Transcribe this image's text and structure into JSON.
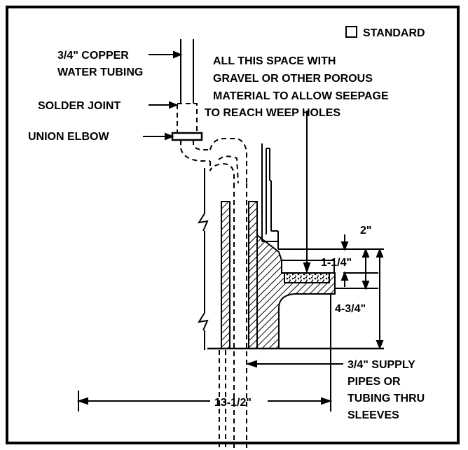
{
  "legend": {
    "checkbox_label": "STANDARD",
    "checked": false
  },
  "labels": {
    "tubing_line1": "3/4\" COPPER",
    "tubing_line2": "WATER TUBING",
    "solder_joint": "SOLDER JOINT",
    "union_elbow": "UNION ELBOW",
    "gravel_line1": "ALL THIS SPACE WITH",
    "gravel_line2": "GRAVEL OR OTHER POROUS",
    "gravel_line3": "MATERIAL TO ALLOW SEEPAGE",
    "gravel_line4": "TO REACH WEEP HOLES",
    "supply_line1": "3/4\" SUPPLY",
    "supply_line2": "PIPES OR",
    "supply_line3": "TUBING THRU",
    "supply_line4": "SLEEVES"
  },
  "dimensions": {
    "d_2in": "2\"",
    "d_1_1_4in": "1-1/4\"",
    "d_4_3_4in": "4-3/4\"",
    "d_13_1_2in": "13-1/2\""
  },
  "colors": {
    "ink": "#000000",
    "paper": "#ffffff"
  }
}
